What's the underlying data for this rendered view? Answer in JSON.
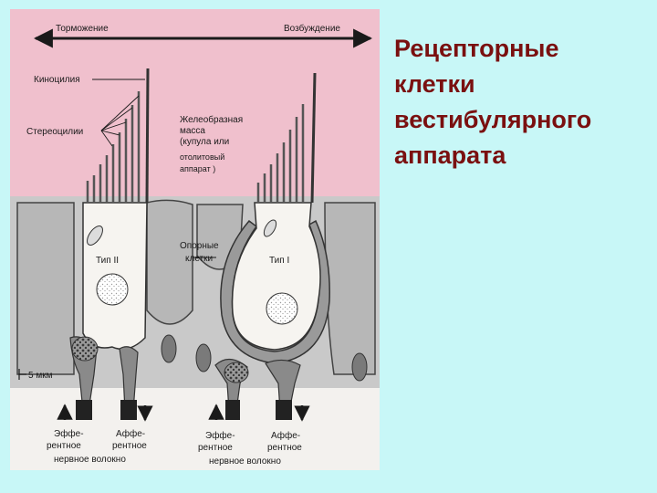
{
  "slide": {
    "title_lines": [
      "Рецепторные",
      "клетки",
      "вестибулярного",
      "аппарата"
    ]
  },
  "diagram": {
    "arrow_left_label": "Торможение",
    "arrow_right_label": "Возбуждение",
    "kinocilium_label": "Киноцилия",
    "stereocilia_label": "Стереоцилии",
    "gel_mass_label_lines": [
      "Желеобразная",
      "масса",
      "(купула или",
      "отолитовый",
      "аппарат )"
    ],
    "support_cells_label_lines": [
      "Опорные",
      "клетки"
    ],
    "type2_label": "Тип II",
    "type1_label": "Тип I",
    "scale_label": "5 мкм",
    "efferent_label_lines": [
      "Эффе-",
      "рентное"
    ],
    "afferent_label_lines": [
      "Аффе-",
      "рентное"
    ],
    "fiber_label": "нервное волокно"
  },
  "colors": {
    "background": "#c8f7f7",
    "title": "#7a1010",
    "gel": "#f0c0cd",
    "tissue": "#c9c9c9",
    "cell": "#f6f4f0",
    "nerve": "#8a8a8a"
  }
}
